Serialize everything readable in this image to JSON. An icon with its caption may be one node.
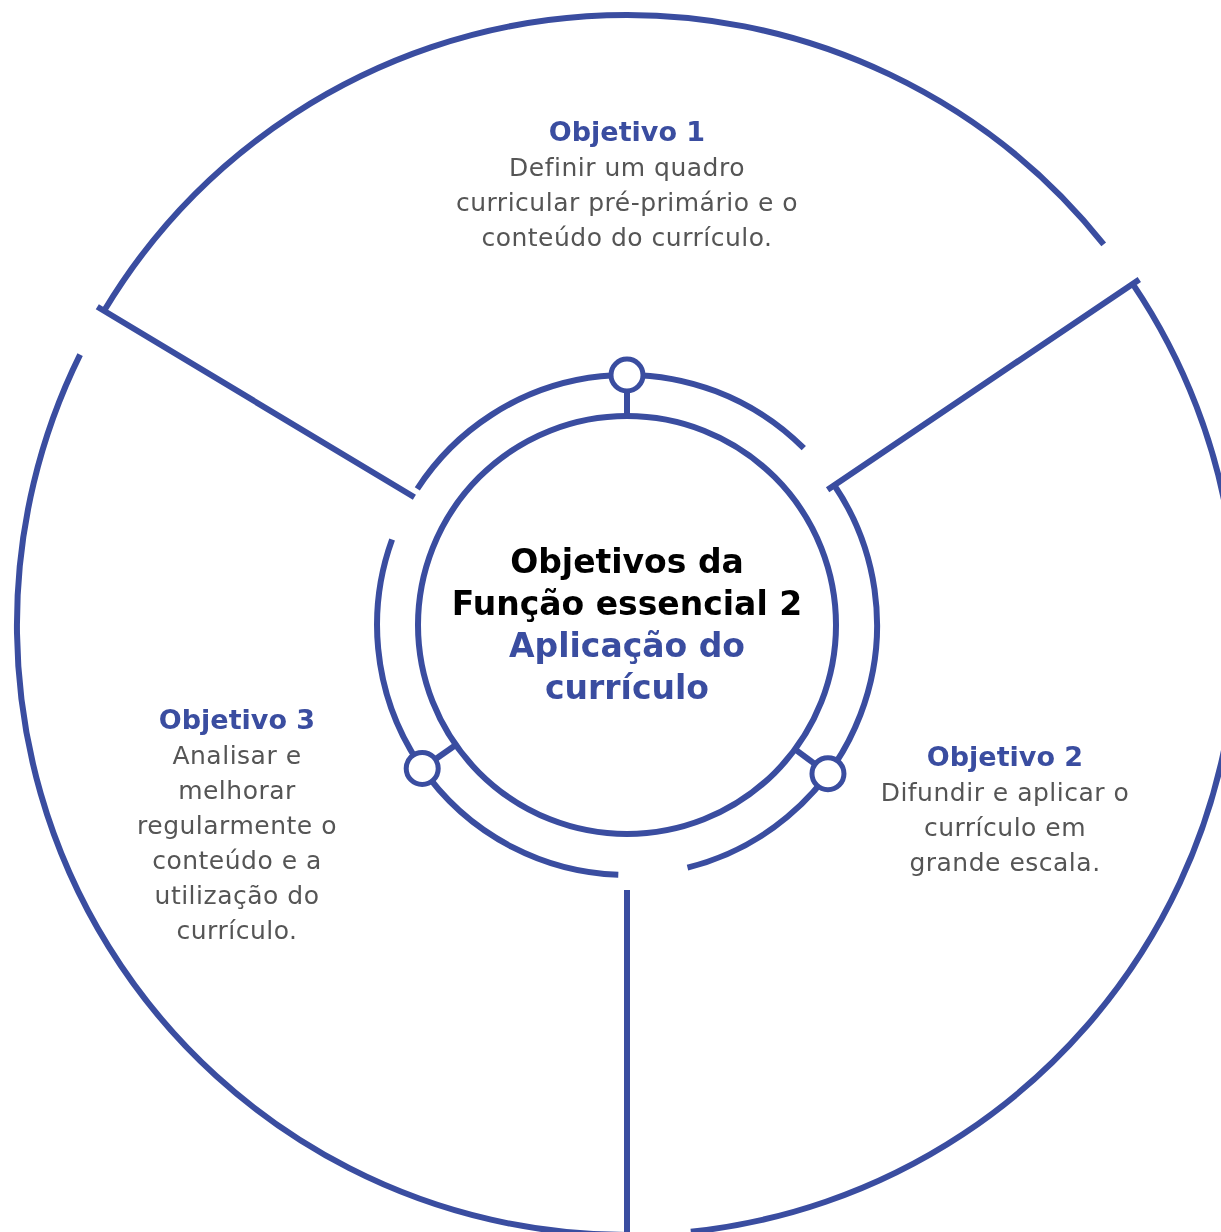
{
  "diagram": {
    "nodes": [
      {
        "text": [
          "Objetivos da Função essencial 2",
          "Aplicação do currículo"
        ]
      },
      {
        "text": [
          "Objetivo 1",
          "Definir um quadro curricular pré-primário e o conteúdo do currículo."
        ]
      },
      {
        "text": [
          "Objetivo 2",
          "Difundir e aplicar o currículo em grande escala."
        ]
      },
      {
        "text": [
          "Objetivo 3",
          "Analisar e melhorar regularmente o conteúdo e a utilização do currículo."
        ]
      }
    ],
    "edges": []
  }
}
